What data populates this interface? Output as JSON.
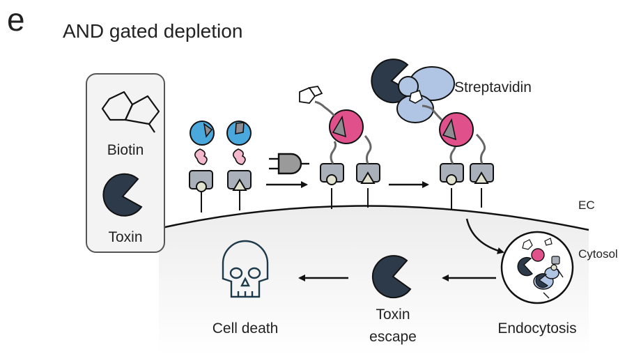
{
  "panel_letter": "e",
  "title": "AND gated depletion",
  "legend": {
    "biotin_label": "Biotin",
    "toxin_label": "Toxin"
  },
  "labels": {
    "streptavidin": "Streptavidin",
    "ec": "EC",
    "cytosol": "Cytosol",
    "endocytosis": "Endocytosis",
    "toxin_escape_line1": "Toxin",
    "toxin_escape_line2": "escape",
    "cell_death": "Cell death"
  },
  "icons": [
    "biotin-structure-icon",
    "toxin-pacman-icon",
    "and-gate-icon",
    "skull-icon",
    "streptavidin-icon"
  ],
  "colors": {
    "blue_binder": "#4aa8dc",
    "pink_domain": "#e0508a",
    "light_pink_linker": "#f4b8cc",
    "toxin_dark": "#2d3a4a",
    "streptavidin": "#b0c4e4",
    "receptor_gray": "#aab0ba",
    "membrane_fill": "#f1f1f1"
  }
}
